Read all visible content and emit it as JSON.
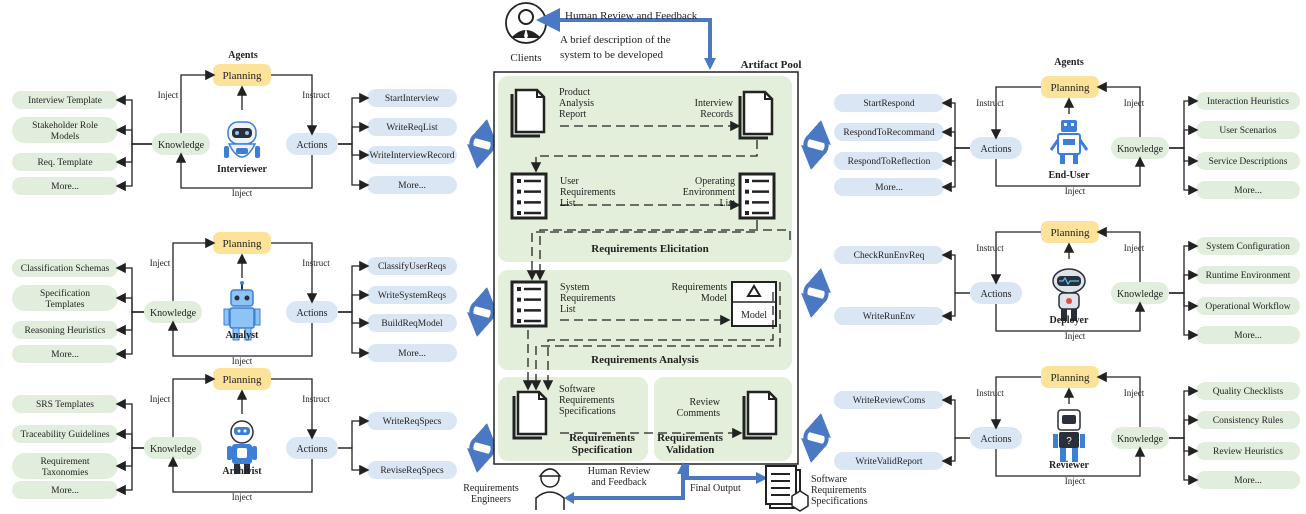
{
  "clients": {
    "label": "Clients",
    "feedback": "Human Review and Feedback",
    "desc_line1": "A brief description of the",
    "desc_line2": "system to be developed"
  },
  "pool_title": "Artifact Pool",
  "artifacts": {
    "par": [
      "Product",
      "Analysis",
      "Report"
    ],
    "ir": [
      "Interview",
      "Records"
    ],
    "url": [
      "User",
      "Requirements",
      "List"
    ],
    "oel": [
      "Operating",
      "Environment",
      "List"
    ],
    "srl": [
      "System",
      "Requirements",
      "List"
    ],
    "rm_label": [
      "Requirements",
      "Model"
    ],
    "rm_box": "Model",
    "srs": [
      "Software",
      "Requirements",
      "Specifications"
    ],
    "rc": [
      "Review",
      "Comments"
    ]
  },
  "phases": {
    "elicitation": "Requirements Elicitation",
    "analysis": "Requirements Analysis",
    "spec": [
      "Requirements",
      "Specification"
    ],
    "valid": [
      "Requirements",
      "Validation"
    ]
  },
  "bottom": {
    "engineers": [
      "Requirements",
      "Engineers"
    ],
    "feedback": [
      "Human Review",
      "and Feedback"
    ],
    "final": "Final Output",
    "srs": [
      "Software",
      "Requirements",
      "Specifications"
    ]
  },
  "common": {
    "planning": "Planning",
    "actions": "Actions",
    "knowledge": "Knowledge",
    "inject": "Inject",
    "instruct": "Instruct",
    "more": "More...",
    "agents": "Agents"
  },
  "left_agents": [
    {
      "name": "Interviewer",
      "knowledge": [
        [
          "Interview Template"
        ],
        [
          "Stakeholder Role",
          "Models"
        ],
        [
          "Req. Template"
        ],
        [
          "More..."
        ]
      ],
      "actions": [
        "StartInterview",
        "WriteReqList",
        "WriteInterviewRecord",
        "More..."
      ]
    },
    {
      "name": "Analyst",
      "knowledge": [
        [
          "Classification Schemas"
        ],
        [
          "Specification",
          "Templates"
        ],
        [
          "Reasoning Heuristics"
        ],
        [
          "More..."
        ]
      ],
      "actions": [
        "ClassifyUserReqs",
        "WriteSystemReqs",
        "BuildReqModel",
        "More..."
      ]
    },
    {
      "name": "Archivist",
      "knowledge": [
        [
          "SRS Templates"
        ],
        [
          "Traceability Guidelines"
        ],
        [
          "Requirement",
          "Taxonomies"
        ],
        [
          "More..."
        ]
      ],
      "actions": [
        "WriteReqSpecs",
        "ReviseReqSpecs"
      ]
    }
  ],
  "right_agents": [
    {
      "name": "End-User",
      "knowledge": [
        "Interaction Heuristics",
        "User Scenarios",
        "Service Descriptions",
        "More..."
      ],
      "actions": [
        "StartRespond",
        "RespondToRecommand",
        "RespondToReflection",
        "More..."
      ]
    },
    {
      "name": "Deployer",
      "knowledge": [
        "System Configuration",
        "Runtime Environment",
        "Operational Workflow",
        "More..."
      ],
      "actions": [
        "CheckRunEnvReq",
        "WriteRunEnv"
      ]
    },
    {
      "name": "Reviewer",
      "knowledge": [
        "Quality Checklists",
        "Consistency Rules",
        "Review Heuristics",
        "More..."
      ],
      "actions": [
        "WriteReviewComs",
        "WriteValidReport"
      ]
    }
  ],
  "colors": {
    "arrow": "#4a78c2",
    "action_pill": "#dbe6f4",
    "knowledge_pill": "#e1eedd",
    "planning": "#fde39a",
    "phase_area": "#e3eedb"
  }
}
